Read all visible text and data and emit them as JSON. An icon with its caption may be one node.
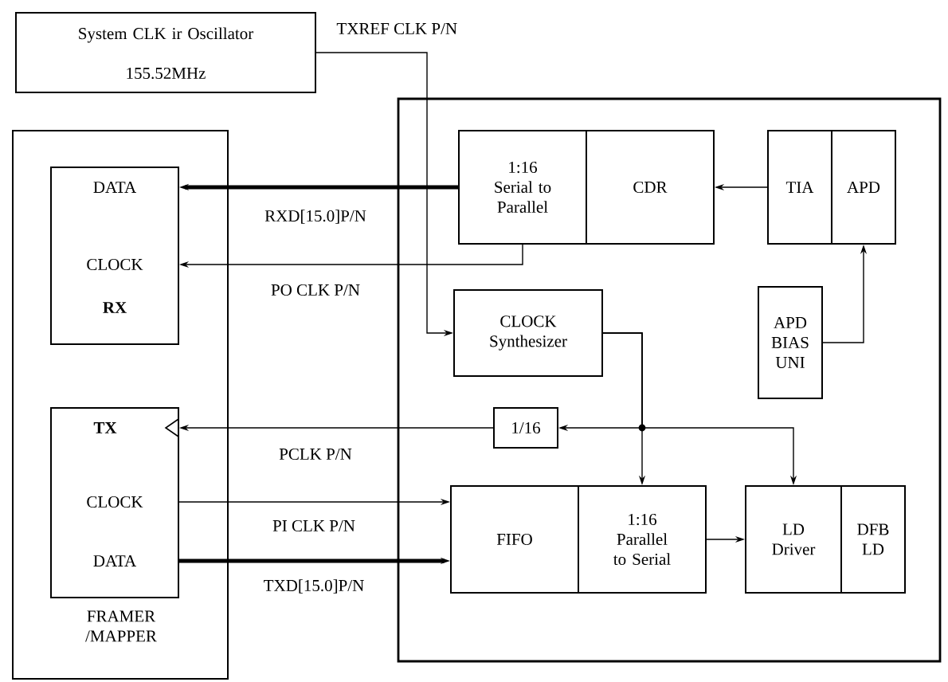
{
  "diagram": {
    "nodes": [
      {
        "text": [
          "System CLK ir Oscillator",
          "155.52MHz"
        ]
      },
      {
        "text": [
          "FRAMER /MAPPER"
        ]
      },
      {
        "text": [
          "DATA",
          "CLOCK",
          "RX"
        ],
        "in": 1
      },
      {
        "text": [
          "TX",
          "CLOCK",
          "DATA"
        ],
        "in": 1
      },
      {
        "text": [],
        "shape": "box"
      },
      {
        "text": [
          "1:16 Serial to Parallel"
        ],
        "in": 4
      },
      {
        "text": [
          "CDR"
        ],
        "in": 4
      },
      {
        "text": [
          "TIA"
        ],
        "in": 4
      },
      {
        "text": [
          "APD"
        ],
        "in": 4
      },
      {
        "text": [
          "CLOCK Synthesizer"
        ],
        "in": 4
      },
      {
        "text": [
          "APD BIAS UNI"
        ],
        "in": 4
      },
      {
        "text": [
          "1/16"
        ],
        "in": 4
      },
      {
        "text": [
          "FIFO"
        ],
        "in": 4
      },
      {
        "text": [
          "1:16 Parallel to Serial"
        ],
        "in": 4
      },
      {
        "text": [
          "LD Driver"
        ],
        "in": 4
      },
      {
        "text": [
          "DFB LD"
        ],
        "in": 4
      }
    ],
    "edges": [
      {
        "from": 0,
        "to": 9,
        "arrow": "to",
        "label": "TXREF CLK P/N"
      },
      {
        "from": 5,
        "to": 2,
        "arrow": "to",
        "label": "RXD[15.0]P/N",
        "style": "thick"
      },
      {
        "from": 5,
        "to": 2,
        "arrow": "to",
        "label": "PO CLK P/N"
      },
      {
        "from": 7,
        "to": 6,
        "arrow": "to"
      },
      {
        "from": 10,
        "to": 8,
        "arrow": "to"
      },
      {
        "from": 9,
        "to": 13,
        "arrow": "to"
      },
      {
        "from": 9,
        "to": 11,
        "arrow": "to"
      },
      {
        "from": 9,
        "to": 14,
        "arrow": "to"
      },
      {
        "from": 11,
        "to": 3,
        "arrow": "to",
        "label": "PCLK P/N"
      },
      {
        "from": 3,
        "to": 12,
        "arrow": "to",
        "label": "PI CLK P/N"
      },
      {
        "from": 3,
        "to": 12,
        "arrow": "to",
        "label": "TXD[15.0]P/N",
        "style": "thick"
      },
      {
        "from": 13,
        "to": 14,
        "arrow": "to"
      }
    ]
  }
}
